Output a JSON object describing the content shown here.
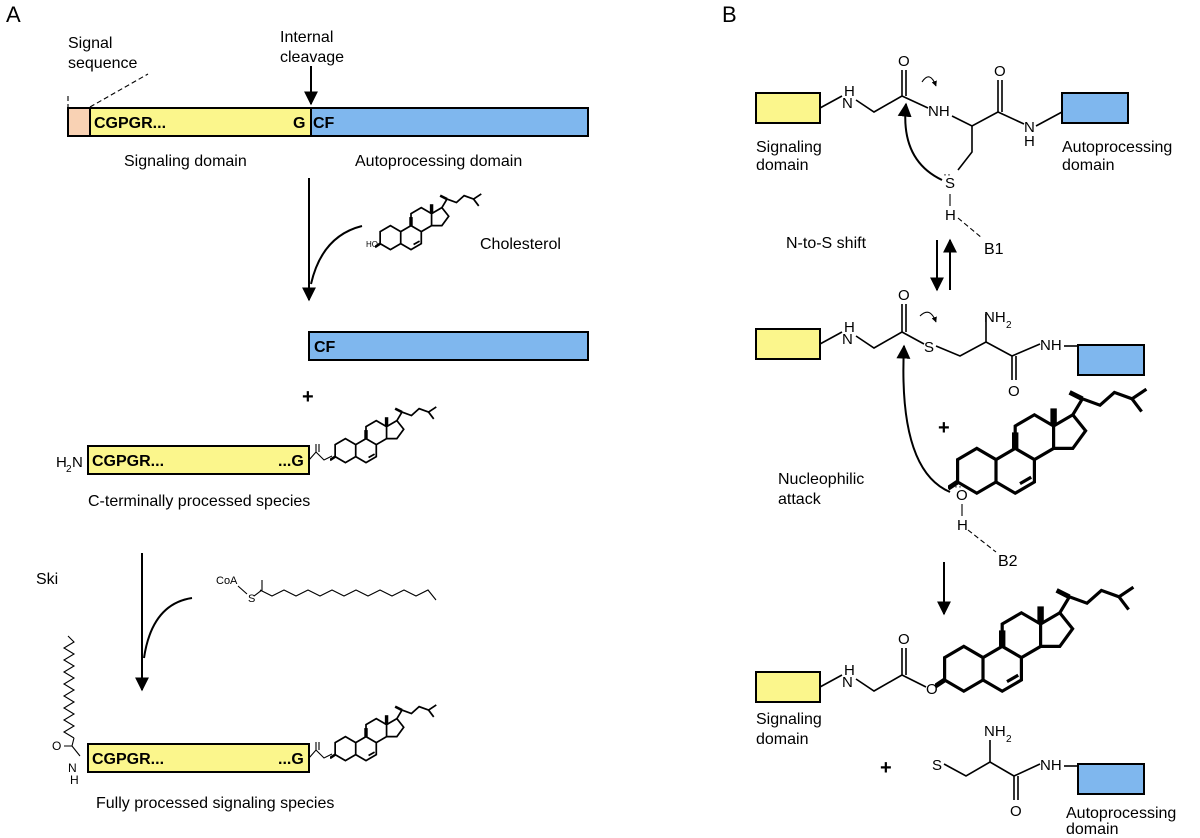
{
  "colors": {
    "signal": "#f9d2b4",
    "signaling": "#fbf68c",
    "autoprocessing": "#7fb7ee"
  },
  "panel_a": {
    "letter": "A",
    "signal_label_1": "Signal",
    "signal_label_2": "sequence",
    "cleavage_label_1": "Internal",
    "cleavage_label_2": "cleavage",
    "seq_start": "CGPGR...",
    "seq_g": "G",
    "seq_cf": "CF",
    "signaling_domain": "Signaling domain",
    "autoprocessing_domain": "Autoprocessing domain",
    "cholesterol": "Cholesterol",
    "plus": "+",
    "h2n_h": "H",
    "h2n_sub": "2",
    "h2n_n": "N",
    "seq_end": "...G",
    "c_terminal_label": "C-terminally processed species",
    "ski": "Ski",
    "coa": "CoA",
    "fully_processed_label": "Fully processed signaling species",
    "ho": "HO"
  },
  "panel_b": {
    "letter": "B",
    "signaling_1": "Signaling",
    "domain_word": "domain",
    "autoprocessing_1": "Autoprocessing",
    "n_to_s": "N-to-S shift",
    "b1": "B1",
    "nucleophilic_1": "Nucleophilic",
    "nucleophilic_2": "attack",
    "b2": "B2",
    "plus": "+",
    "nh2": "NH",
    "nh2_sub": "2"
  }
}
